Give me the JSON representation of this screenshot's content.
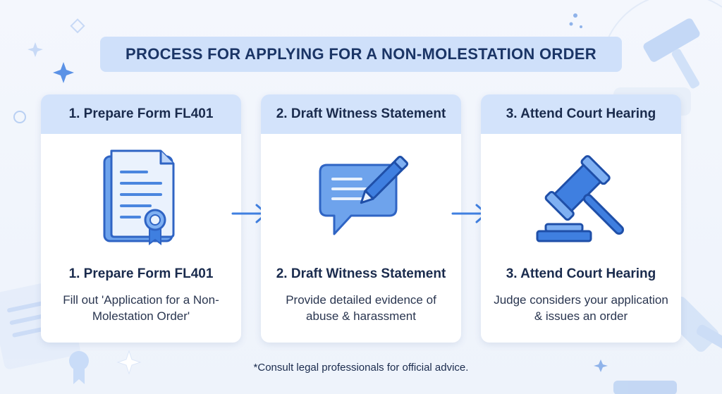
{
  "title": "PROCESS FOR APPLYING FOR A NON-MOLESTATION ORDER",
  "steps": [
    {
      "header": "1. Prepare Form FL401",
      "title": "1. Prepare Form FL401",
      "description": "Fill out 'Application for a Non-Molestation Order'",
      "icon": "document-certificate-icon"
    },
    {
      "header": "2. Draft Witness Statement",
      "title": "2. Draft Witness Statement",
      "description": "Provide detailed evidence of abuse & harassment",
      "icon": "speech-bubble-pen-icon"
    },
    {
      "header": "3. Attend Court Hearing",
      "title": "3. Attend Court Hearing",
      "description": "Judge considers your application & issues an order",
      "icon": "gavel-icon"
    }
  ],
  "footnote": "*Consult legal professionals for official advice.",
  "colors": {
    "accent": "#3f7fe0",
    "accent_light": "#7fb0f2",
    "header_bg": "#d3e3fb",
    "title_bg": "#cfe0fa",
    "text_dark": "#1a2b4d"
  }
}
